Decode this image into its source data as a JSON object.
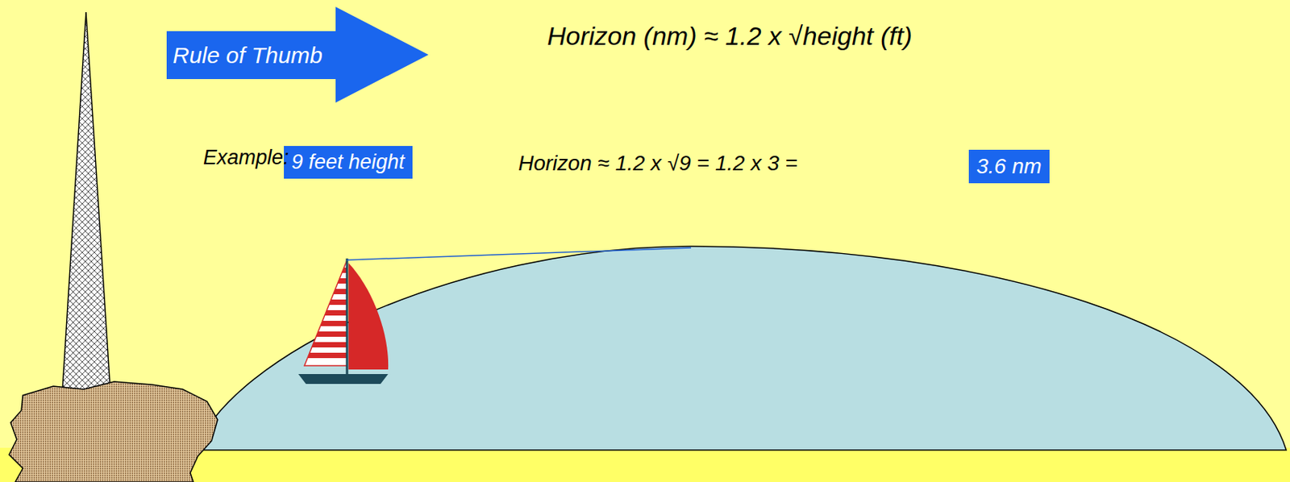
{
  "diagram": {
    "nodes": [
      {
        "text": [
          "Rule of Thumb"
        ]
      },
      {
        "text": [
          "9 feet height"
        ]
      },
      {
        "text": [
          "3.6 nm"
        ]
      }
    ],
    "labels": [
      "Horizon (nm) ≈ 1.2 x √height (ft)",
      "Example:",
      "Horizon ≈ 1.2 x √9 = 1.2 x 3 ="
    ]
  }
}
